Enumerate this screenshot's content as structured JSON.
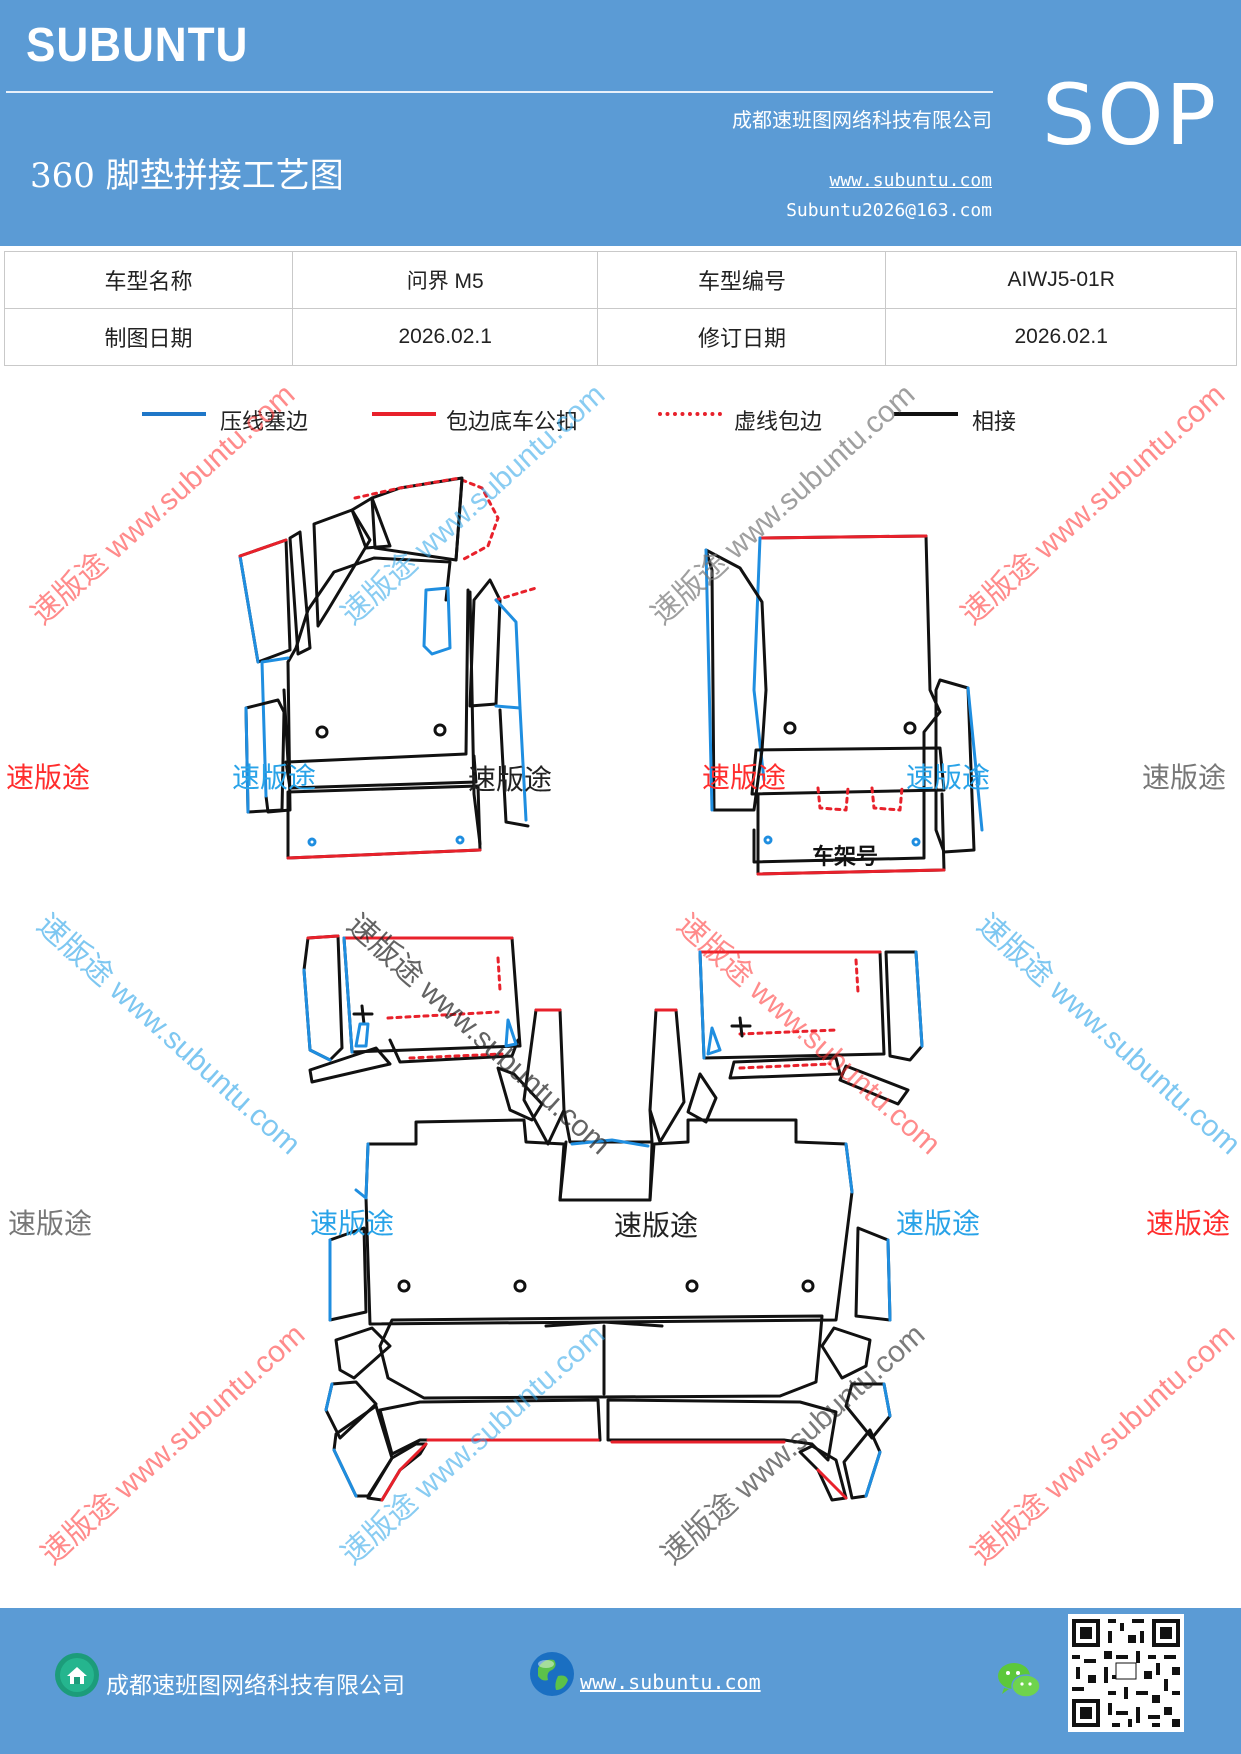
{
  "header": {
    "brand": "SUBUNTU",
    "company": "成都速班图网络科技有限公司",
    "title": "360 脚垫拼接工艺图",
    "website": "www.subuntu.com",
    "email": "Subuntu2026@163.com",
    "badge": "SOP"
  },
  "info_table": {
    "rows": [
      {
        "label1": "车型名称",
        "value1": "问界 M5",
        "label2": "车型编号",
        "value2": "AIWJ5-01R"
      },
      {
        "label1": "制图日期",
        "value1": "2026.02.1",
        "label2": "修订日期",
        "value2": "2026.02.1"
      }
    ]
  },
  "legend": [
    {
      "label": "压线塞边",
      "color": "#1f77c8",
      "style": "solid"
    },
    {
      "label": "包边底车公扣",
      "color": "#e8212b",
      "style": "solid"
    },
    {
      "label": "虚线包边",
      "color": "#e8212b",
      "style": "dotted"
    },
    {
      "label": "相接",
      "color": "#111111",
      "style": "solid"
    }
  ],
  "drawing": {
    "vin_label": "车架号",
    "watermark_text": "速版途",
    "watermark_diag": "速版途 www.subuntu.com",
    "colors": {
      "blue": "#1f8ee0",
      "red": "#e8212b",
      "black": "#111111",
      "wm_red": "#ff2d2d",
      "wm_blue": "#29a3e8",
      "wm_gray": "#777777"
    }
  },
  "footer": {
    "company": "成都速班图网络科技有限公司",
    "website": "www.subuntu.com",
    "icons": [
      "home-badge-icon",
      "globe-icon",
      "wechat-icon",
      "qr-code"
    ]
  }
}
